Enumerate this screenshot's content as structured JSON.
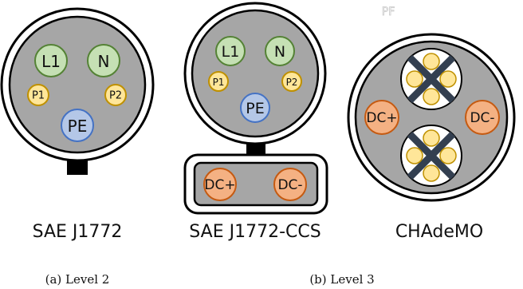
{
  "watermark": "PF",
  "connectors": {
    "j1772": {
      "name": "SAE J1772",
      "pins": {
        "l1": "L1",
        "n": "N",
        "p1": "P1",
        "p2": "P2",
        "pe": "PE"
      }
    },
    "ccs": {
      "name": "SAE J1772-CCS",
      "pins": {
        "l1": "L1",
        "n": "N",
        "p1": "P1",
        "p2": "P2",
        "pe": "PE",
        "dcplus": "DC+",
        "dcminus": "DC-"
      }
    },
    "chademo": {
      "name": "CHAdeMO",
      "pins": {
        "dcplus": "DC+",
        "dcminus": "DC-"
      }
    }
  },
  "captions": {
    "a": "(a) Level 2",
    "b": "(b) Level 3"
  },
  "colors": {
    "body_gray": "#a6a6a6",
    "ac_green": "#c5e0b4",
    "ac_green_stroke": "#548235",
    "signal_yellow": "#ffe699",
    "signal_yellow_stroke": "#bf9000",
    "pe_blue": "#b4c7e7",
    "pe_blue_stroke": "#4472c4",
    "dc_orange": "#f4b183",
    "dc_orange_stroke": "#c55a11",
    "cross_blue": "#333f50"
  }
}
